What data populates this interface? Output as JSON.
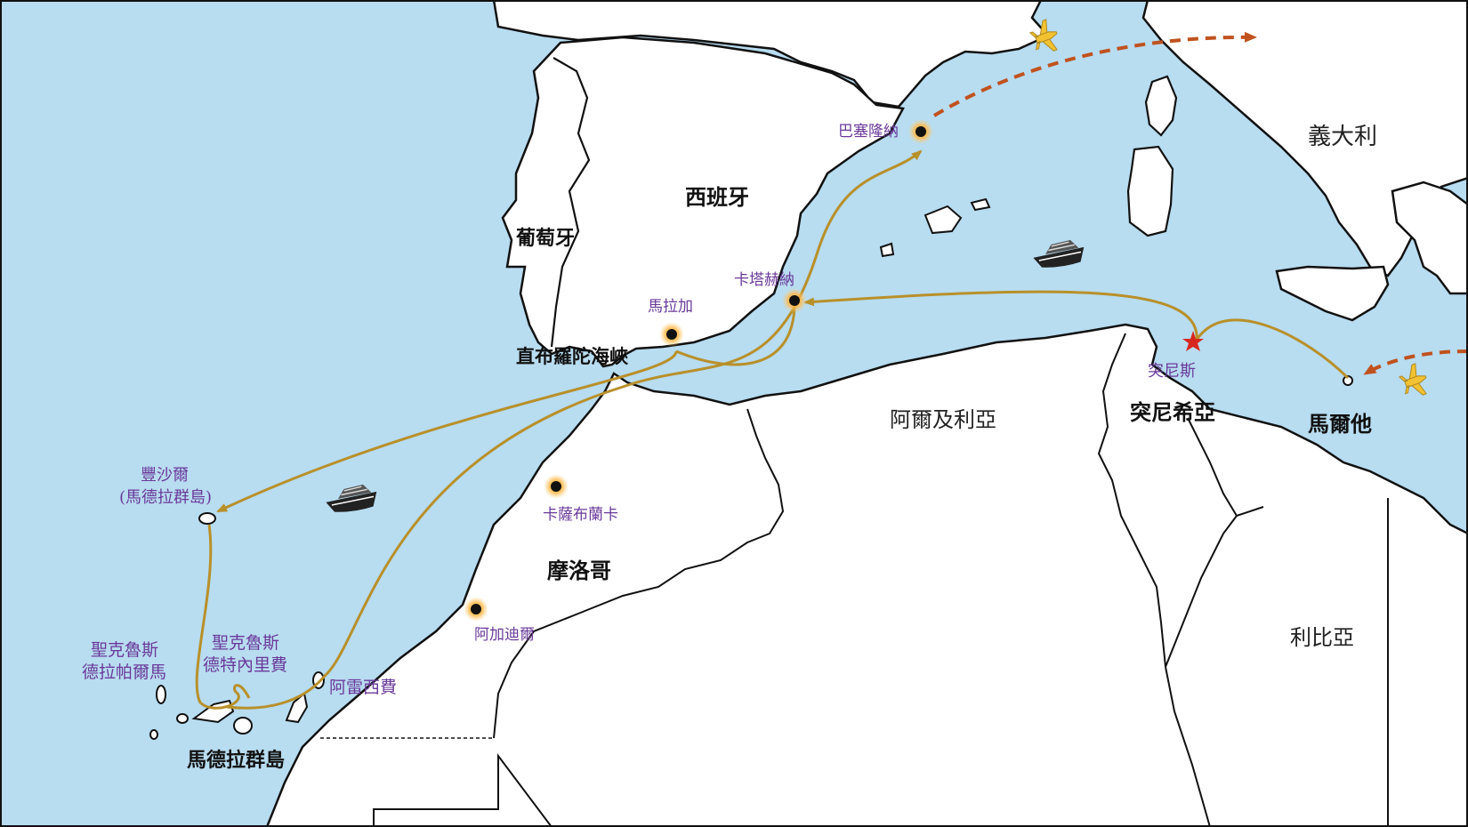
{
  "colors": {
    "sea": "#b8dcf0",
    "land": "#ffffff",
    "border": "#111111",
    "route": "#b8902a",
    "flight": "#c0521e",
    "city_label": "#6a3a9a",
    "country_label": "#111111",
    "plane": "#f2c232"
  },
  "countries": {
    "spain": "西班牙",
    "portugal": "葡萄牙",
    "italy": "義大利",
    "algeria": "阿爾及利亞",
    "tunisia": "突尼希亞",
    "malta": "馬爾他",
    "morocco": "摩洛哥",
    "libya": "利比亞",
    "canary_islands": "馬德拉群島",
    "gibraltar_strait": "直布羅陀海峽"
  },
  "cities": {
    "barcelona": "巴塞隆納",
    "cartagena": "卡塔赫納",
    "malaga": "馬拉加",
    "tunis": "突尼斯",
    "casablanca": "卡薩布蘭卡",
    "agadir": "阿加迪爾",
    "fuerteventura_1": "豐沙爾",
    "fuerteventura_2": "(馬德拉群島)",
    "santa_cruz_palma_1": "聖克魯斯",
    "santa_cruz_palma_2": "德拉帕爾馬",
    "santa_cruz_tenerife_1": "聖克魯斯",
    "santa_cruz_tenerife_2": "德特內里費",
    "arrecife": "阿雷西費"
  },
  "icons": {
    "plane": "plane-icon",
    "ship": "cruise-ship-icon",
    "city_marker": "city-dot-icon",
    "capital_marker": "star-icon"
  }
}
